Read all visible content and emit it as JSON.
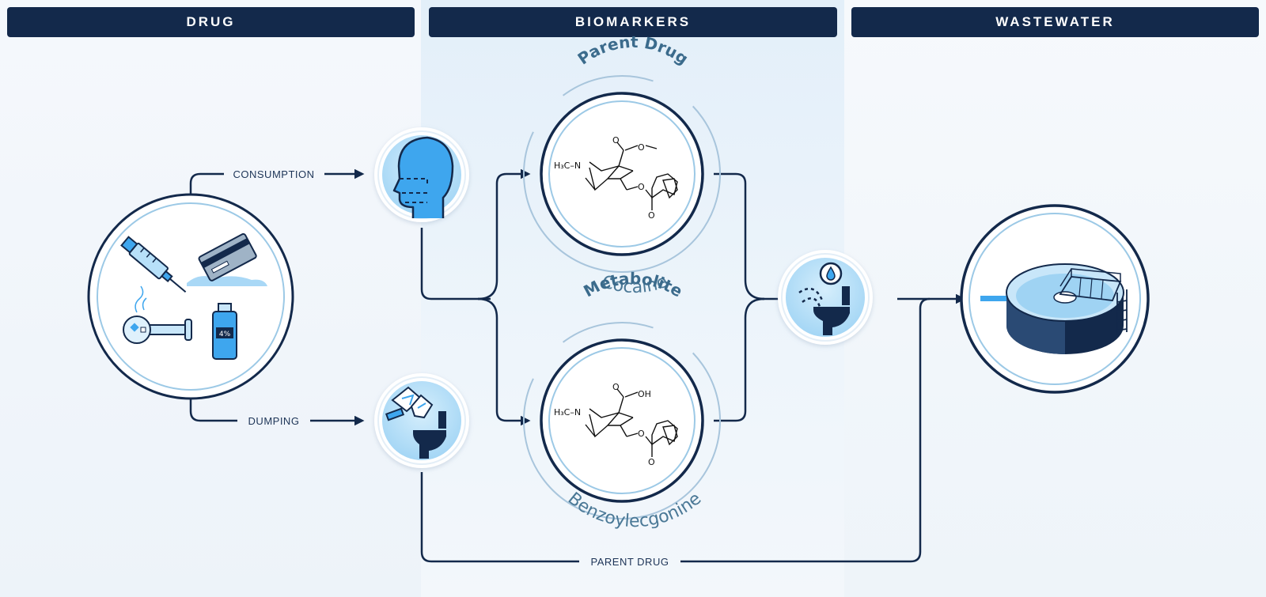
{
  "headers": {
    "drug": "DRUG",
    "biomarkers": "BIOMARKERS",
    "wastewater": "WASTEWATER"
  },
  "flows": {
    "consumption": "CONSUMPTION",
    "dumping": "DUMPING",
    "parent_drug": "PARENT DRUG"
  },
  "biomarkers": {
    "parent": {
      "title": "Parent Drug",
      "name": "Cocaine",
      "methyl": "H₃C–N",
      "acid_group": "O"
    },
    "metabolite": {
      "title": "Metabolite",
      "name": "Benzoylecgonine",
      "methyl": "H₃C–N",
      "acid_group": "OH"
    }
  },
  "drug_icons": {
    "vial_label": "4%"
  },
  "icons": [
    "syringe-icon",
    "credit-card-powder-icon",
    "pipe-icon",
    "vial-icon",
    "head-icon",
    "dumping-toilet-icon",
    "urinating-toilet-icon",
    "treatment-plant-icon"
  ],
  "colors": {
    "navy": "#13294b",
    "light_blue": "#a9d8f6",
    "bright_blue": "#3ea6ee",
    "ring_blue": "#9cc9e6"
  }
}
